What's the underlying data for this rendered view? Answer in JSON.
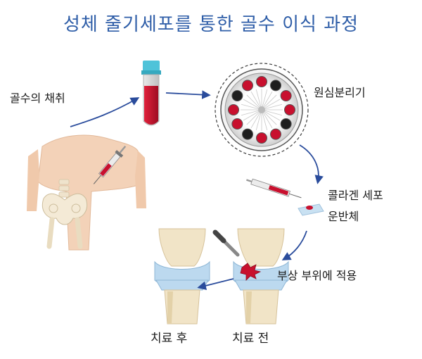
{
  "title": "성체 줄기세포를 통한 골수 이식 과정",
  "steps": {
    "harvest": "골수의 채취",
    "centrifuge": "원심분리기",
    "collagen_line1": "콜라겐 세포",
    "collagen_line2": "운반체",
    "apply": "부상 부위에 적용",
    "before": "치료 전",
    "after": "치료 후"
  },
  "colors": {
    "title": "#2f5ea8",
    "arrow": "#2a4c9c",
    "blood": "#c8102e",
    "tube_cap": "#4fc3d9",
    "skin": "#f3d2b8",
    "bone": "#f1e4c7",
    "cartilage": "#bcd9ef"
  },
  "icons": [
    "body-illustration",
    "syringe-icon",
    "test-tube-icon",
    "centrifuge-icon",
    "collagen-scaffold-icon",
    "knee-joint-icon",
    "injury-icon"
  ]
}
